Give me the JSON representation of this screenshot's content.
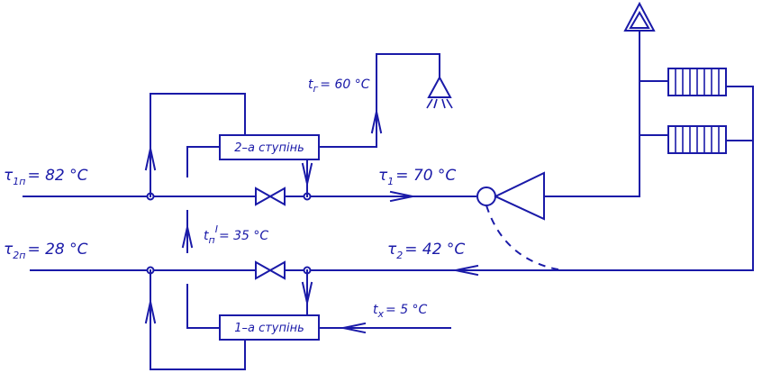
{
  "labels": {
    "tau1n": {
      "sym": "τ",
      "sub": "1п",
      "rest": "= 82  °C"
    },
    "tau2n": {
      "sym": "τ",
      "sub": "2п",
      "rest": "= 28  °C"
    },
    "tau1": {
      "sym": "τ",
      "sub": "1",
      "rest": "= 70  °C"
    },
    "tau2": {
      "sym": "τ",
      "sub": "2",
      "rest": "= 42  °C"
    },
    "t2": {
      "sym": "t",
      "sub": "г",
      "rest": "= 60 °C"
    },
    "tn": {
      "sym": "t",
      "sub": "п",
      "sup": "I",
      "rest": "= 35 °C"
    },
    "tx": {
      "sym": "t",
      "sub": "х",
      "rest": "= 5 °C"
    }
  },
  "stages": {
    "stage2": "2–а ступінь",
    "stage1": "1–а ступінь"
  }
}
